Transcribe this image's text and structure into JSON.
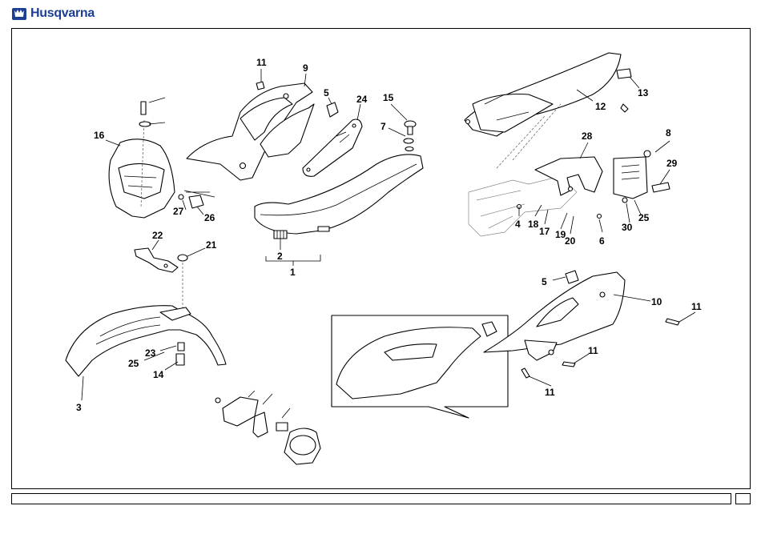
{
  "brand": {
    "name": "Husqvarna",
    "logo_icon": "husqvarna-crown-logo-icon",
    "color": "#1c3f94"
  },
  "labels": {
    "n1": "1",
    "n2": "2",
    "n3": "3",
    "n4": "4",
    "n5a": "5",
    "n5b": "5",
    "n6": "6",
    "n7": "7",
    "n8": "8",
    "n9": "9",
    "n10": "10",
    "n11a": "11",
    "n11b": "11",
    "n11c": "11",
    "n11d": "11",
    "n12": "12",
    "n13": "13",
    "n14": "14",
    "n15": "15",
    "n16": "16",
    "n17": "17",
    "n18": "18",
    "n19": "19",
    "n20": "20",
    "n21": "21",
    "n22": "22",
    "n23": "23",
    "n24": "24",
    "n25a": "25",
    "n25b": "25",
    "n26": "26",
    "n27": "27",
    "n28": "28",
    "n29": "29",
    "n30": "30"
  },
  "footer": {
    "caption": "",
    "page": ""
  }
}
